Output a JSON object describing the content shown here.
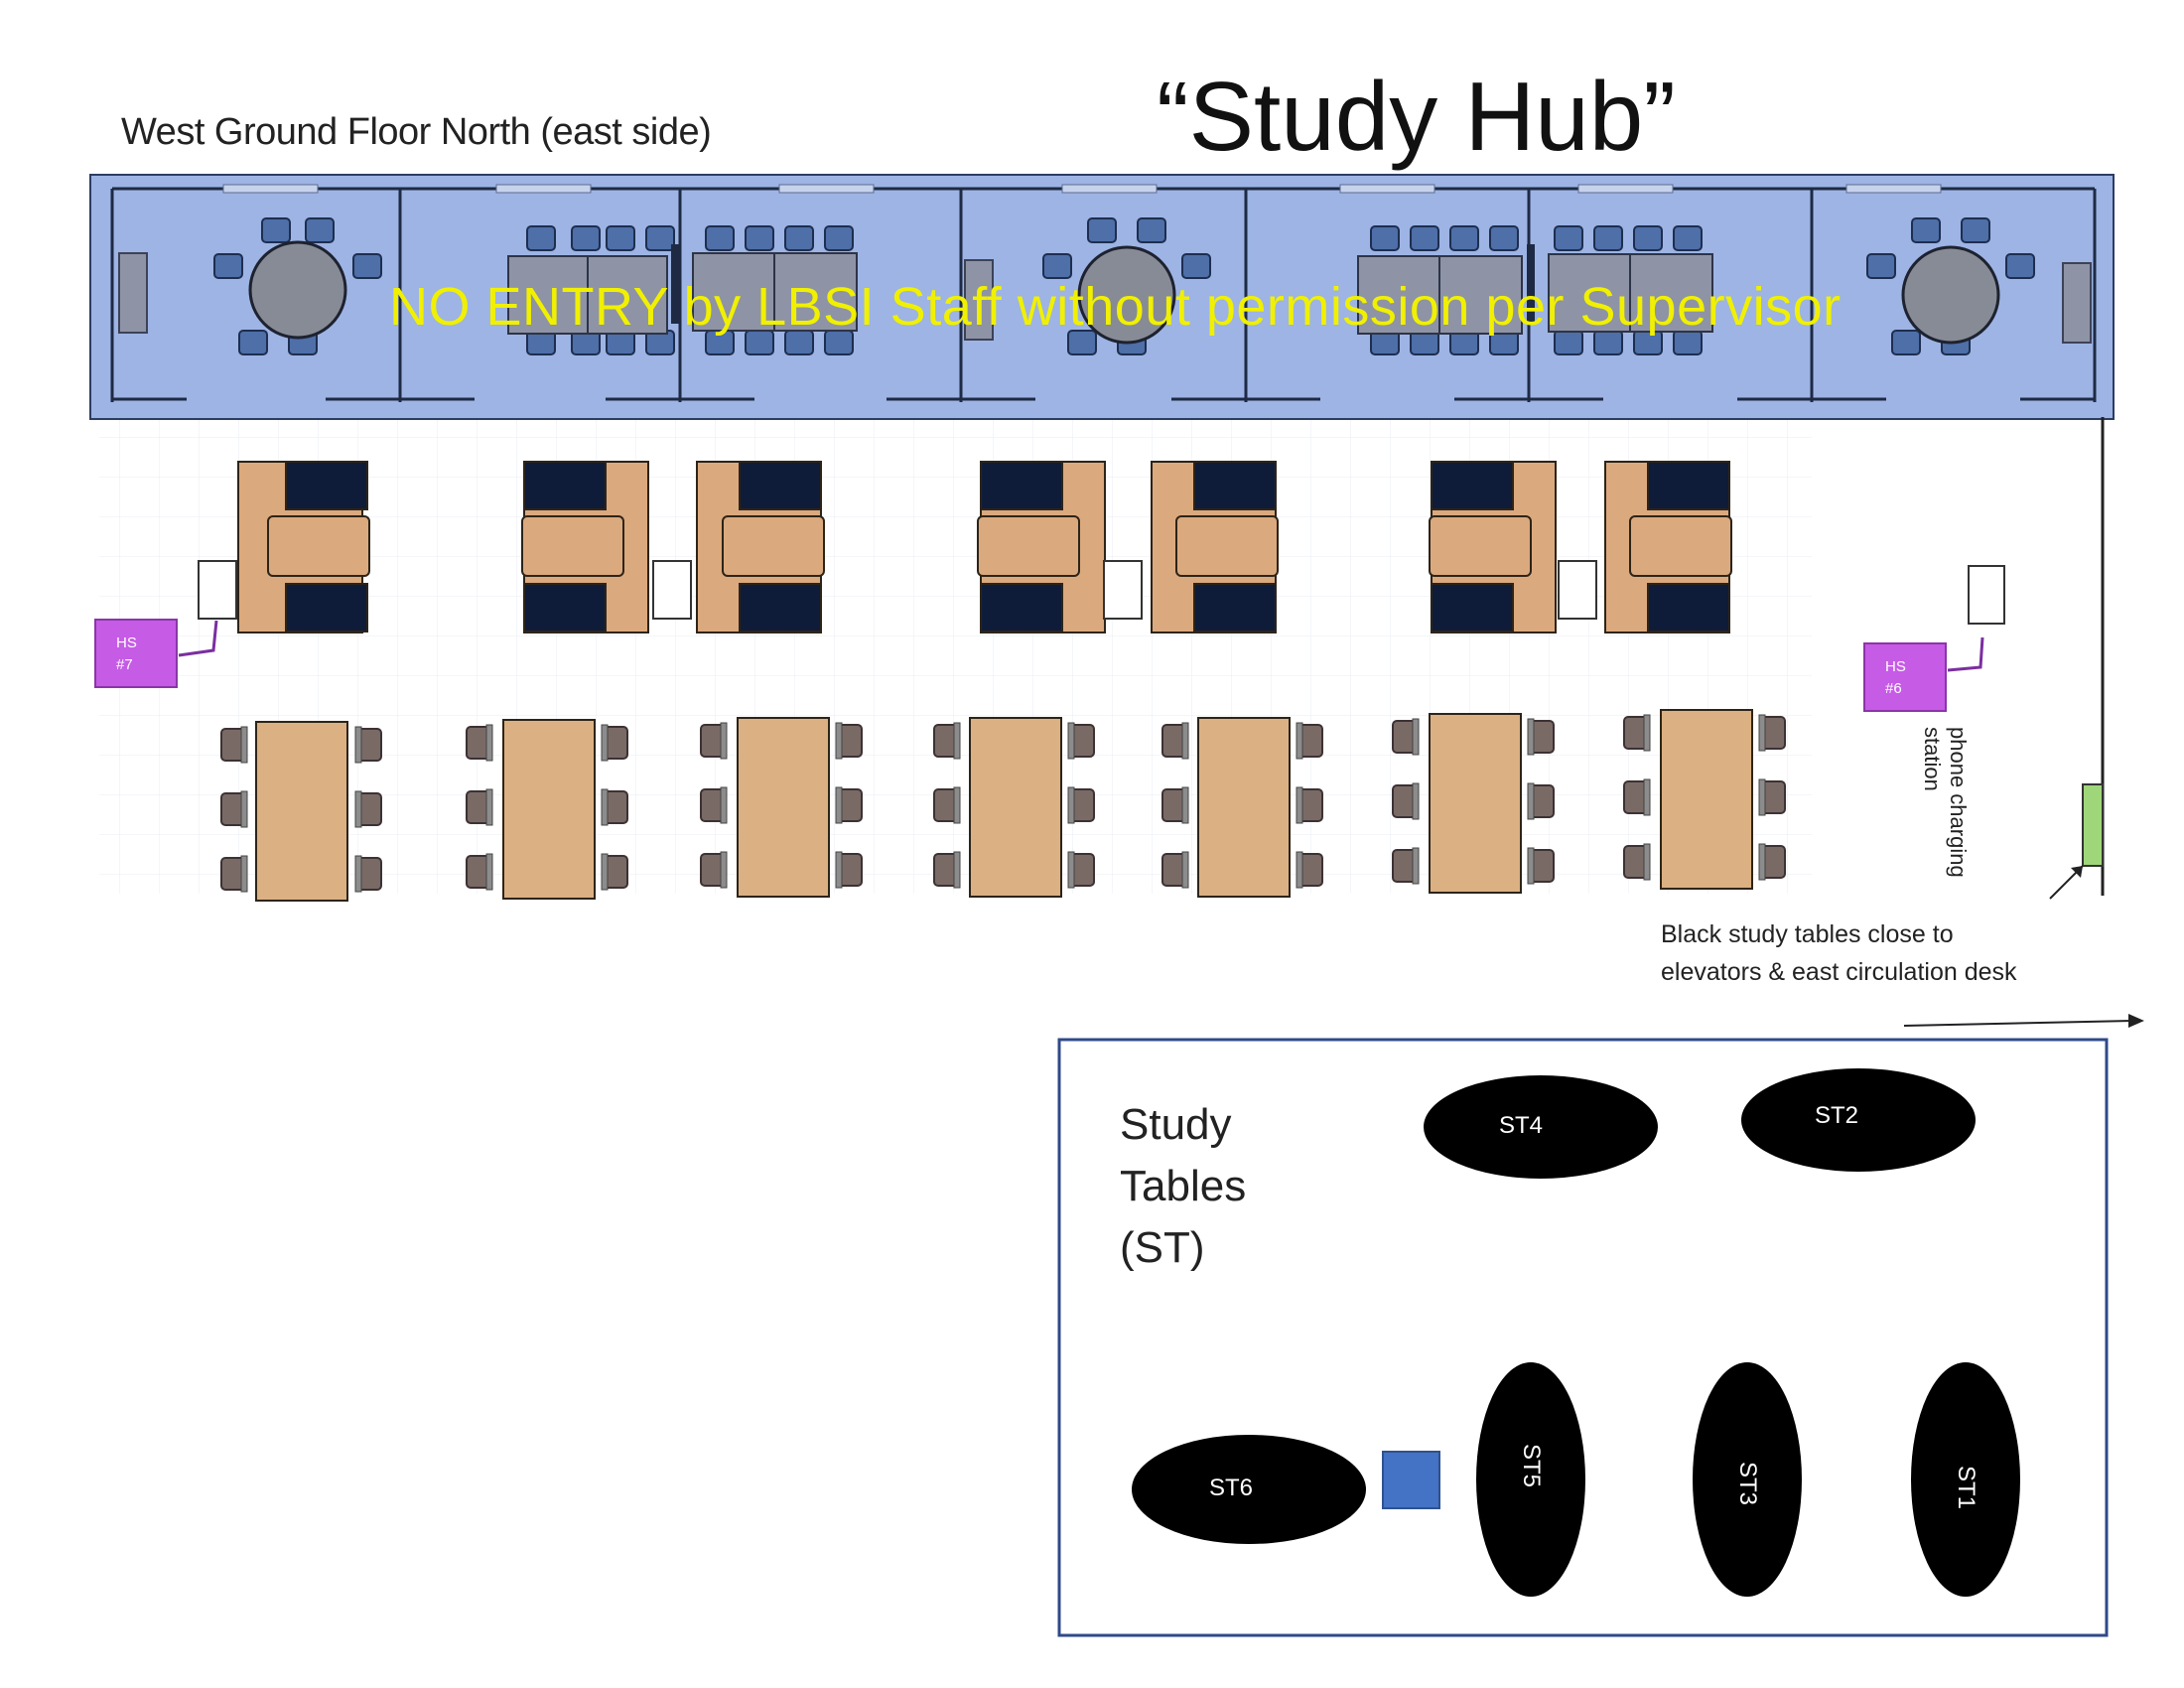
{
  "header": {
    "title": "“Study Hub”",
    "floor_label": "West Ground Floor North (east side)"
  },
  "restricted_area": {
    "notice": "NO ENTRY by LBSI Staff without permission per Supervisor",
    "fill_color": "#9db4e4",
    "notice_color": "#f0f000"
  },
  "markers": {
    "hs7": {
      "line1": "HS",
      "line2": "#7"
    },
    "hs6": {
      "line1": "HS",
      "line2": "#6"
    }
  },
  "phone_station": {
    "line1": "phone charging",
    "line2": "station",
    "color": "#9fd67a"
  },
  "note": "Black study tables close to elevators & east circulation desk",
  "study_tables": {
    "title_line1": "Study",
    "title_line2": "Tables",
    "title_line3": "(ST)",
    "labels": [
      "ST4",
      "ST2",
      "ST6",
      "ST5",
      "ST3",
      "ST1"
    ]
  }
}
